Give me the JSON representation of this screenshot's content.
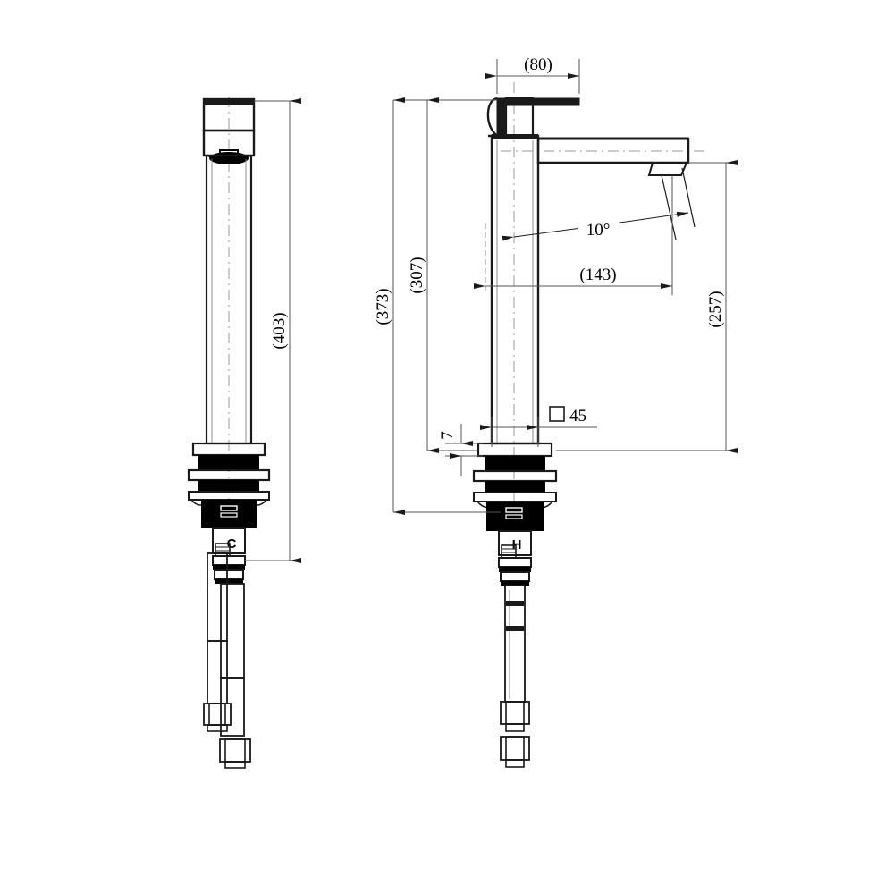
{
  "drawing": {
    "type": "technical-drawing",
    "subject": "tall-basin-mixer-tap",
    "views": [
      {
        "name": "side-view",
        "position": "left"
      },
      {
        "name": "front-view",
        "position": "right"
      }
    ]
  },
  "dimensions": {
    "overall_height_side": "(403)",
    "overall_height_front": "(373)",
    "body_height": "(307)",
    "handle_width": "(80)",
    "spout_reach": "(143)",
    "spout_height": "(257)",
    "deck_thickness": "7",
    "shank_square": "45",
    "square_symbol": "□",
    "spout_angle": "10°"
  },
  "labels": {
    "cold_inlet": "C",
    "hot_inlet": "H"
  },
  "colors": {
    "line": "#1a1a1a",
    "thin_line": "#555555",
    "center_line": "#9a9a9a",
    "fill_dark": "#000000",
    "background": "#ffffff"
  }
}
